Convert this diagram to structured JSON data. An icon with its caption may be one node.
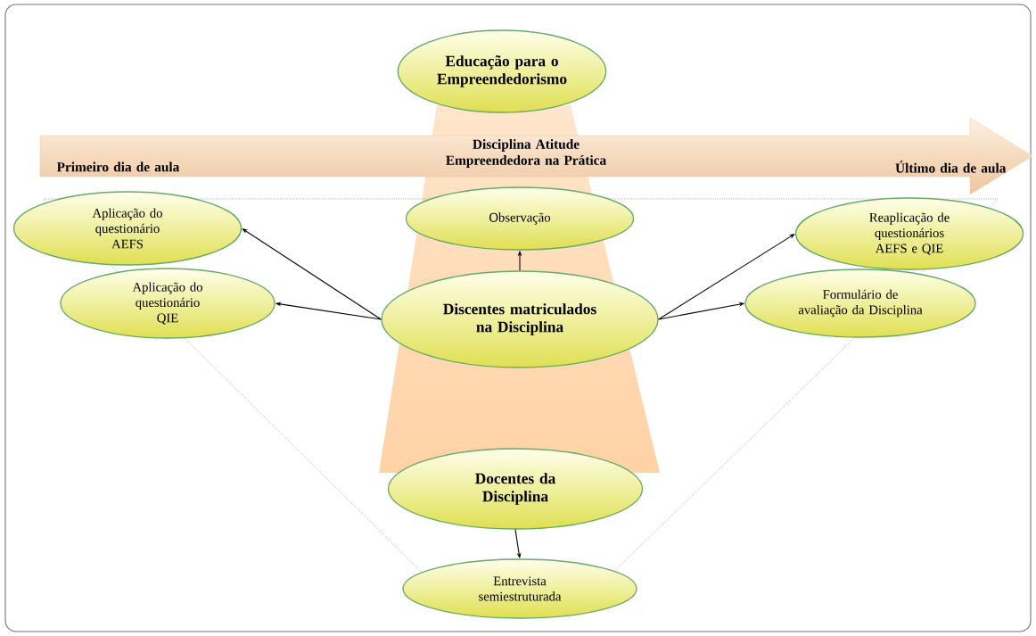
{
  "diagram": {
    "nodes": [
      {
        "text": [
          "Educação para o Empreendedorismo"
        ]
      },
      {
        "text": [
          "Primeiro dia de aula",
          "Disciplina Atitude Empreendedora na Prática",
          "Último dia de aula"
        ]
      },
      {
        "text": [
          "Aplicação do questionário AEFS"
        ]
      },
      {
        "text": [
          "Observação"
        ]
      },
      {
        "text": [
          "Reaplicação de questionários AEFS e QIE"
        ]
      },
      {
        "text": [
          "Aplicação do questionário QIE"
        ]
      },
      {
        "text": [
          "Discentes matriculados na Disciplina"
        ]
      },
      {
        "text": [
          "Formulário de avaliação da Disciplina"
        ]
      },
      {
        "text": [
          "Docentes da Disciplina"
        ]
      },
      {
        "text": [
          "Entrevista semiestruturada"
        ]
      }
    ],
    "edges": [
      {
        "from": 6,
        "to": 2,
        "arrow": "to"
      },
      {
        "from": 6,
        "to": 5,
        "arrow": "to"
      },
      {
        "from": 6,
        "to": 3,
        "arrow": "to"
      },
      {
        "from": 6,
        "to": 4,
        "arrow": "to"
      },
      {
        "from": 6,
        "to": 7,
        "arrow": "to"
      },
      {
        "from": 8,
        "to": 9,
        "arrow": "to"
      }
    ]
  }
}
